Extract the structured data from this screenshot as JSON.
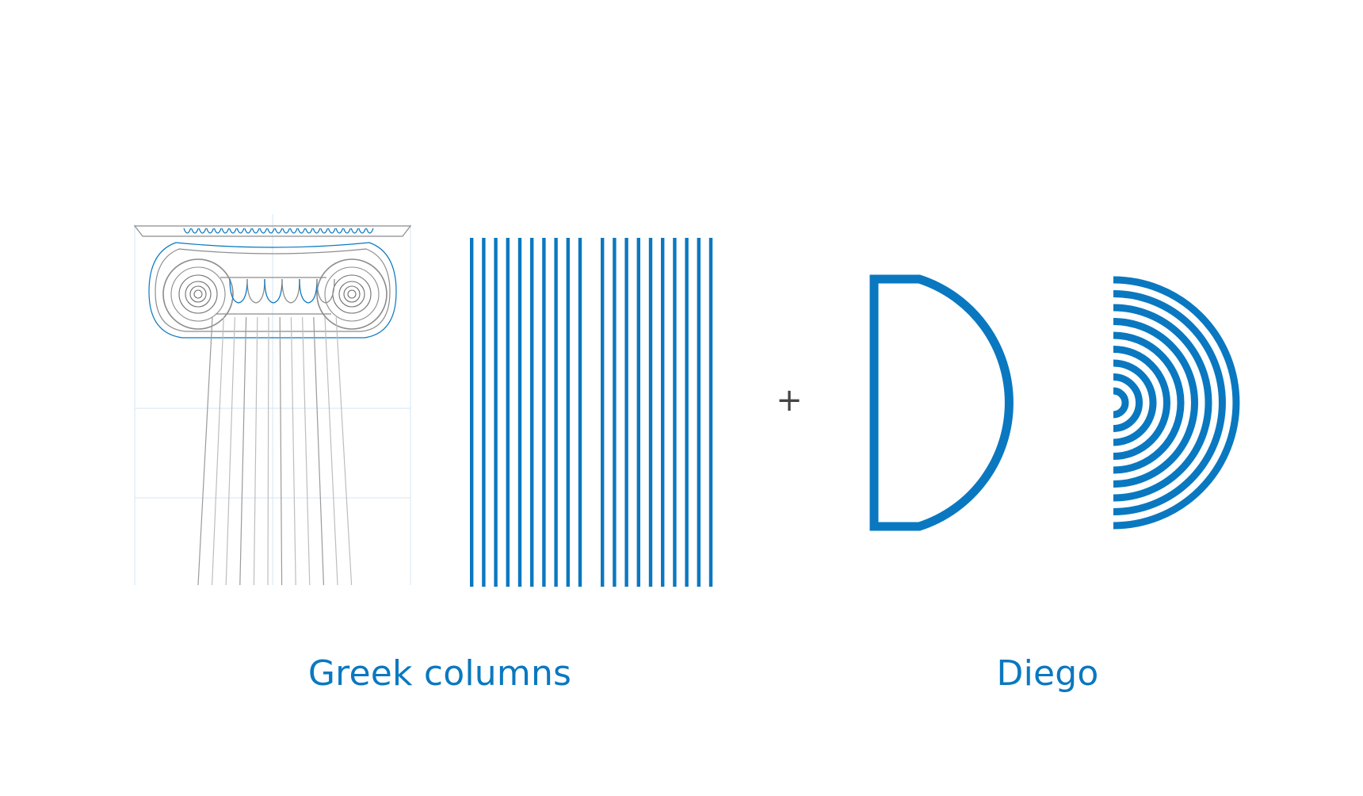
{
  "colors": {
    "accent": "#0a78c0",
    "sketch": "#8c8c8c",
    "sketch_light": "#d6e6f2",
    "background": "#ffffff",
    "plus": "#444444"
  },
  "left_panel": {
    "illustration": "greek-column-icon",
    "graphic": "vertical-stripes",
    "caption": "Greek columns"
  },
  "combinator": {
    "symbol": "+"
  },
  "right_panel": {
    "illustration": "letter-d-outline",
    "graphic": "concentric-d-arcs",
    "caption": "Diego"
  }
}
